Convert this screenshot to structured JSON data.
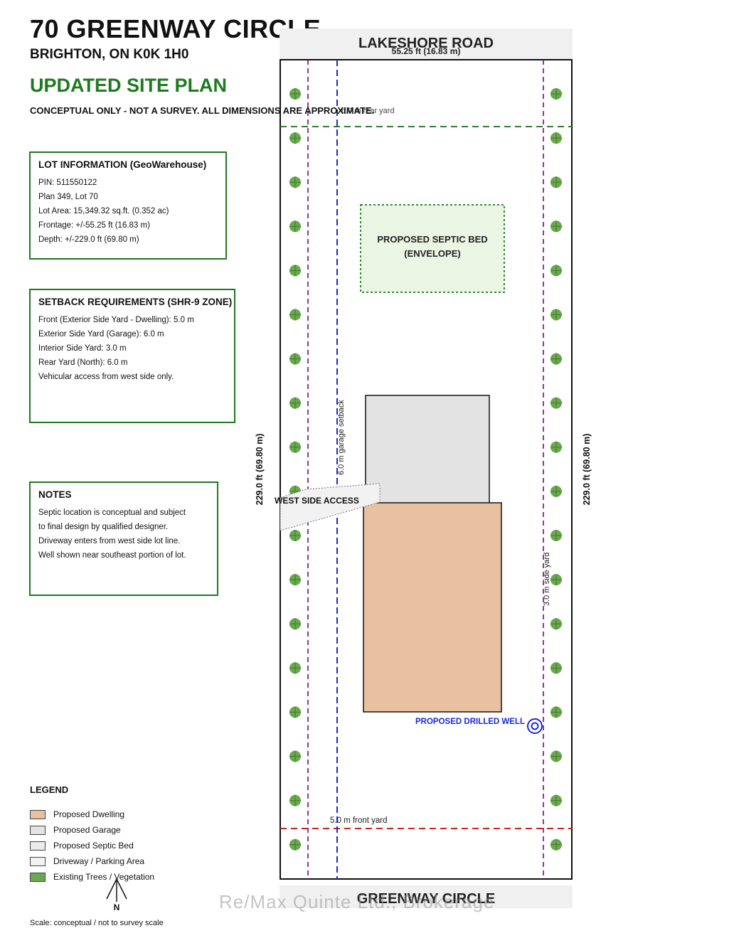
{
  "header": {
    "address_line1": "70 GREENWAY CIRCLE",
    "address_line2": "BRIGHTON, ON  K0K 1H0",
    "plan_title": "UPDATED SITE PLAN",
    "disclaimer": "CONCEPTUAL ONLY - NOT A SURVEY. ALL DIMENSIONS ARE APPROXIMATE."
  },
  "lot_info": {
    "title": "LOT INFORMATION (GeoWarehouse)",
    "lines": [
      "PIN: 511550122",
      "Plan 349, Lot 70",
      "Lot Area: 15,349.32 sq.ft. (0.352 ac)",
      "Frontage: +/-55.25 ft (16.83 m)",
      "Depth: +/-229.0 ft (69.80 m)"
    ]
  },
  "setbacks": {
    "title": "SETBACK REQUIREMENTS (SHR-9 ZONE)",
    "lines": [
      "Front (Exterior Side Yard - Dwelling): 5.0 m",
      "Exterior Side Yard (Garage): 6.0 m",
      "Interior Side Yard: 3.0 m",
      "Rear Yard (North): 6.0 m",
      "Vehicular access from west side only."
    ]
  },
  "notes": {
    "title": "NOTES",
    "lines": [
      "Septic location is conceptual and subject",
      "to final design by qualified designer.",
      "Driveway enters from west side lot line.",
      "Well shown near southeast portion of lot."
    ]
  },
  "legend": {
    "title": "LEGEND",
    "items": [
      {
        "label": "Proposed Dwelling",
        "color": "#e8c2a0"
      },
      {
        "label": "Proposed Garage",
        "color": "#e3e3e3"
      },
      {
        "label": "Proposed Septic Bed",
        "color": "#ebebeb"
      },
      {
        "label": "Driveway / Parking Area",
        "color": "#f2f2f2"
      },
      {
        "label": "Existing Trees / Vegetation",
        "color": "#6aa84f"
      }
    ]
  },
  "plan": {
    "north_road": "LAKESHORE ROAD",
    "south_road": "GREENWAY CIRCLE",
    "frontage_label": "55.25 ft (16.83 m)",
    "depth_label_left": "229.0 ft (69.80 m)",
    "depth_label_right": "229.0 ft (69.80 m)",
    "rear_setback_label": "6.0 m rear yard",
    "garage_setback_label": "6.0 m garage setback",
    "side_yard_label": "3.0 m side yard",
    "front_yard_label": "5.0 m front yard",
    "septic_label_line1": "PROPOSED SEPTIC BED",
    "septic_label_line2": "(ENVELOPE)",
    "driveway_label": "WEST SIDE ACCESS",
    "well_label": "PROPOSED DRILLED WELL",
    "north_arrow": "N",
    "colors": {
      "lot_outline": "#111111",
      "dwelling_fill": "#e8c2a0",
      "garage_fill": "#e3e3e3",
      "septic_fill": "#ebf5e4",
      "septic_border": "#2e8b2e",
      "rear_setback": "#2e7d2e",
      "front_setback": "#cc2222",
      "side_setback": "#800080",
      "garage_setback": "#1a2ad6",
      "well": "#1a2ad6",
      "tree": "#6aa84f"
    }
  },
  "footer": {
    "scale_note": "Scale: conceptual / not to survey scale",
    "watermark": "Re/Max Quinte Ltd., Brokerage"
  }
}
